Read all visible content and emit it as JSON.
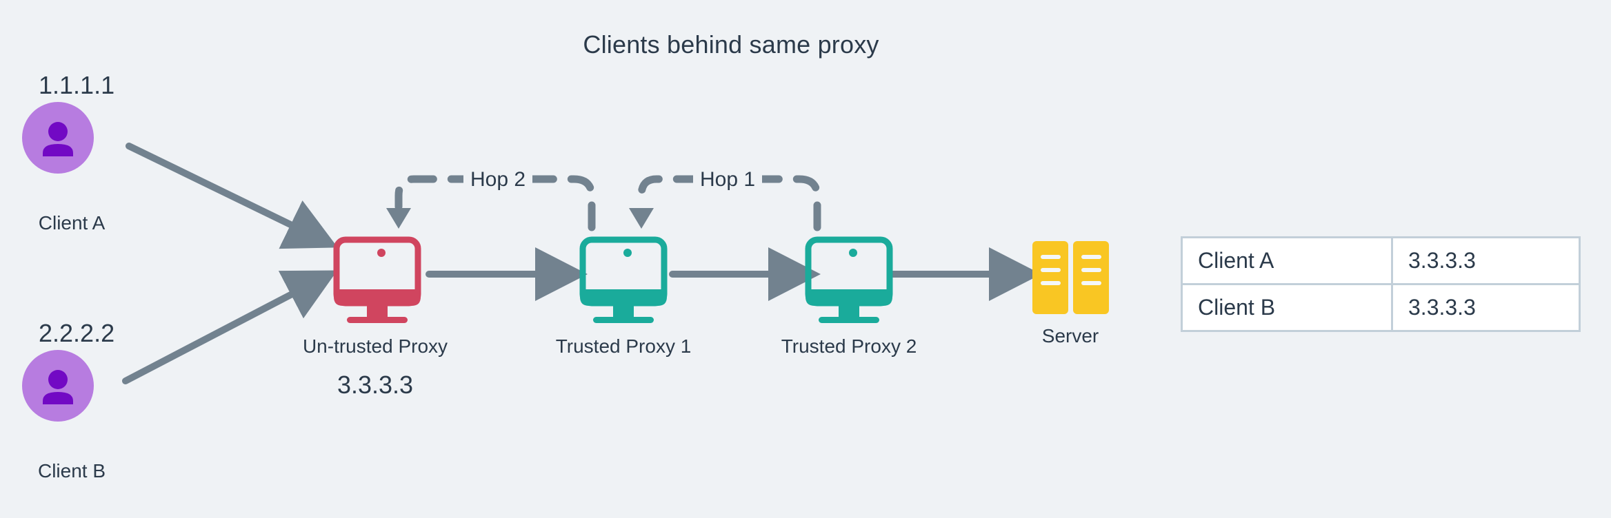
{
  "diagram": {
    "title": "Clients behind same proxy",
    "background_color": "#eff2f5",
    "text_color": "#2b3a4a",
    "arrow_color": "#72828f"
  },
  "clients": [
    {
      "ip": "1.1.1.1",
      "label": "Client A",
      "avatar_color": "#b77ce0",
      "icon_color": "#7209c4",
      "icon": "person-icon"
    },
    {
      "ip": "2.2.2.2",
      "label": "Client B",
      "avatar_color": "#b77ce0",
      "icon_color": "#7209c4",
      "icon": "person-icon"
    }
  ],
  "nodes": [
    {
      "label": "Un-trusted Proxy",
      "sublabel": "3.3.3.3",
      "color": "#d0455f",
      "icon": "monitor-icon"
    },
    {
      "label": "Trusted Proxy 1",
      "sublabel": "",
      "color": "#1aab9b",
      "icon": "monitor-icon"
    },
    {
      "label": "Trusted Proxy 2",
      "sublabel": "",
      "color": "#1aab9b",
      "icon": "monitor-icon"
    },
    {
      "label": "Server",
      "sublabel": "",
      "color": "#f9c623",
      "icon": "server-icon"
    }
  ],
  "hops": [
    {
      "label": "Hop 2",
      "from": "Trusted Proxy 1",
      "to": "Un-trusted Proxy"
    },
    {
      "label": "Hop 1",
      "from": "Trusted Proxy 2",
      "to": "Trusted Proxy 1"
    }
  ],
  "table": {
    "border_color": "#c2cfd9",
    "rows": [
      {
        "client": "Client A",
        "ip": "3.3.3.3"
      },
      {
        "client": "Client B",
        "ip": "3.3.3.3"
      }
    ]
  }
}
